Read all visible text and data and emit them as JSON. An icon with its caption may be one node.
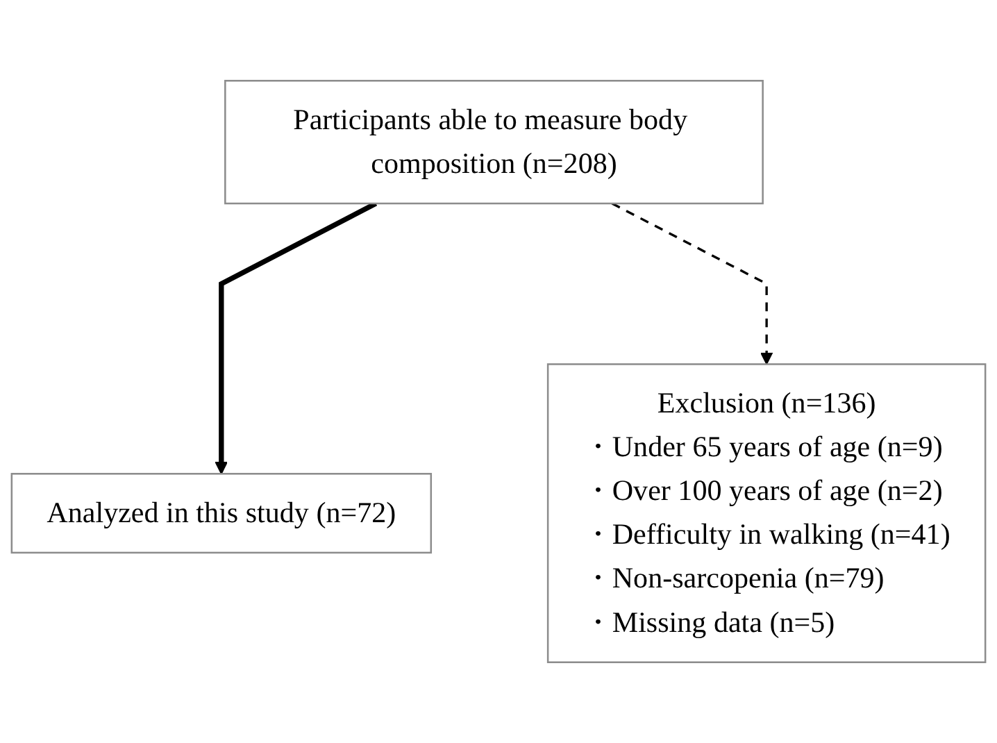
{
  "diagram": {
    "nodes": [
      {
        "text": [
          "Participants able to measure body composition (n=208)"
        ]
      },
      {
        "text": [
          "Exclusion (n=136)",
          "・Under 65 years of age (n=9)",
          "・Over 100 years of age (n=2)",
          "・Defficulty in walking (n=41)",
          "・Non-sarcopenia (n=79)",
          "・Missing data (n=5)"
        ]
      },
      {
        "text": [
          "Analyzed in this study (n=72)"
        ]
      }
    ],
    "edges": [
      {
        "from": 0,
        "to": 2,
        "arrow": "to",
        "style": "thick"
      },
      {
        "from": 0,
        "to": 1,
        "arrow": "to",
        "style": "dashed"
      }
    ]
  }
}
